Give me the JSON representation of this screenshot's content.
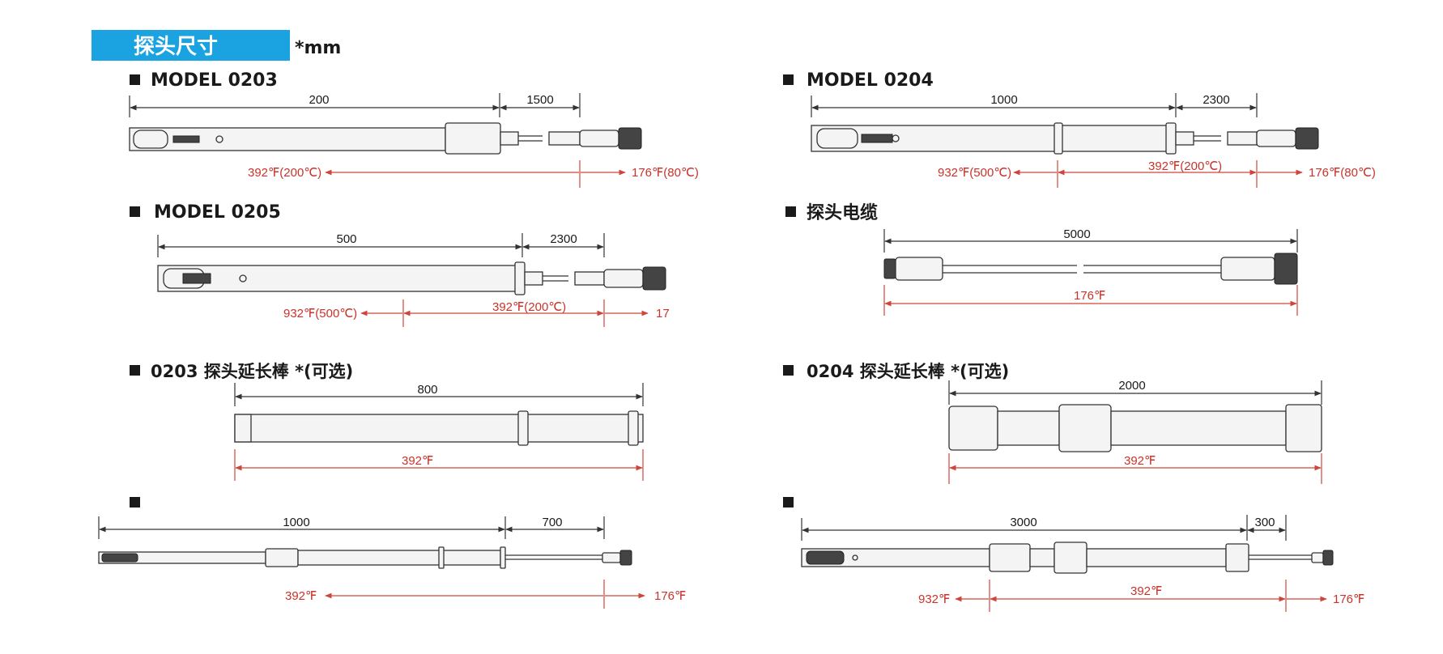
{
  "header": {
    "title": "探头尺寸",
    "unit": "*mm",
    "bar_color": "#1aa3e0"
  },
  "colors": {
    "temperature": "#c8342c"
  },
  "sections": {
    "m0203": {
      "title": "MODEL 0203",
      "dims": [
        "200",
        "1500"
      ],
      "temps": [
        "392℉(200℃)",
        "176℉(80℃)"
      ]
    },
    "m0204": {
      "title": "MODEL 0204",
      "dims": [
        "1000",
        "2300"
      ],
      "temps": [
        "932℉(500℃)",
        "392℉(200℃)",
        "176℉(80℃)"
      ]
    },
    "m0205": {
      "title": "MODEL 0205",
      "dims": [
        "500",
        "2300"
      ],
      "temps": [
        "932℉(500℃)",
        "392℉(200℃)",
        "17"
      ]
    },
    "cable": {
      "title": "探头电缆",
      "dims": [
        "5000"
      ],
      "temps": [
        "176℉"
      ]
    },
    "ext0203": {
      "title": "0203 探头延长棒 *(可选)",
      "dims": [
        "800"
      ],
      "temps": [
        "392℉"
      ]
    },
    "ext0204": {
      "title": "0204 探头延长棒 *(可选)",
      "dims": [
        "2000"
      ],
      "temps": [
        "392℉"
      ]
    },
    "combo1": {
      "title": "",
      "dims": [
        "1000",
        "700"
      ],
      "temps": [
        "392℉",
        "176℉"
      ]
    },
    "combo2": {
      "title": "",
      "dims": [
        "3000",
        "300"
      ],
      "temps": [
        "932℉",
        "392℉",
        "176℉"
      ]
    }
  }
}
